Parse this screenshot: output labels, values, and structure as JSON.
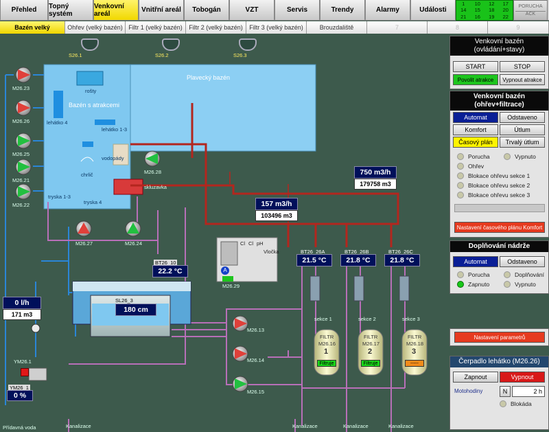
{
  "nav": {
    "items": [
      "Přehled",
      "Topný systém",
      "Venkovní areál",
      "Vnitřní areál",
      "Tobogán",
      "VZT",
      "Servis",
      "Trendy",
      "Alarmy",
      "Události"
    ],
    "active_index": 2,
    "alarm_numbers": [
      "1",
      "10",
      "12",
      "17",
      "14",
      "15",
      "18",
      "20",
      "21",
      "16",
      "19",
      "22"
    ],
    "porucha": "PORUCHA",
    "ack": "ACK"
  },
  "subnav": {
    "items": [
      "Bazén velký",
      "Ohřev (velký bazén)",
      "Filtr 1 (velký bazén)",
      "Filtr 2 (velký bazén)",
      "Filtr 3 (velký bazén)",
      "Brouzdaliště",
      "7",
      "8",
      "9"
    ],
    "active_index": 0
  },
  "scene": {
    "pool_big_label": "Plavecký bazén",
    "pool_attr_label": "Bazén s atrakcemi",
    "attractions": [
      "rošty",
      "lehátko 4",
      "lehátko 1-3",
      "vodopády",
      "chrlič",
      "tryska 1-3",
      "tryska 4",
      "skluzavka"
    ],
    "sensors_top": [
      "S26.1",
      "S26.2",
      "S26.3"
    ],
    "pumps_left": [
      "M26.23",
      "M26.26",
      "M26.25",
      "M26.21",
      "M26.22"
    ],
    "pumps_bottom": [
      "M26.27",
      "M26.24"
    ],
    "pump_right": "M26.28",
    "pumps_center": [
      "M26.13",
      "M26.14",
      "M26.15"
    ],
    "flow_main": {
      "rate": "750 m3/h",
      "total": "179758 m3"
    },
    "flow_mid": {
      "rate": "157 m3/h",
      "total": "103496 m3"
    },
    "flow_fill": {
      "rate": "0 l/h",
      "total": "171 m3"
    },
    "temp_tank": {
      "tag": "BT26_10",
      "value": "22.2 °C"
    },
    "tank_level": {
      "tag": "SL26_3",
      "value": "180 cm"
    },
    "chem_unit": {
      "tag": "M26.29",
      "labels": [
        "Cl",
        "Cl",
        "pH",
        "Vločka"
      ]
    },
    "sections": [
      {
        "tag": "BT26_26A",
        "temp": "21.5 °C",
        "label": "sekce 1",
        "filter": "FILTR",
        "pump": "M26.16",
        "num": "1",
        "status": "Filtruje",
        "status_color": "#19d419"
      },
      {
        "tag": "BT26_26B",
        "temp": "21.8 °C",
        "label": "sekce 2",
        "filter": "FILTR",
        "pump": "M26.17",
        "num": "2",
        "status": "Filtruje",
        "status_color": "#19d419"
      },
      {
        "tag": "BT26_26C",
        "temp": "21.8 °C",
        "label": "sekce 3",
        "filter": "FILTR",
        "pump": "M26.18",
        "num": "3",
        "status": "-----",
        "status_color": "#f28b1a"
      }
    ],
    "valve_ym": {
      "tag": "YM26.1",
      "pos_tag": "YM26_1",
      "value": "0 %"
    },
    "kanalizace": "Kanalizace",
    "pridavna": "Přídavná voda"
  },
  "panel_main": {
    "title": "Venkovní bazén (ovládání+stavy)",
    "start": "START",
    "stop": "STOP",
    "povolit": "Povolit atrakce",
    "vypnout": "Vypnout atrakce"
  },
  "panel_heat": {
    "title": "Venkovní bazén (ohřev+filtrace)",
    "modes": [
      "Automat",
      "Odstaveno",
      "Komfort",
      "Útlum",
      "Časový plán",
      "Trvalý útlum"
    ],
    "status": [
      "Porucha",
      "Vypnuto",
      "Ohřev",
      "Blokace ohřevu sekce 1",
      "Blokace ohřevu sekce 2",
      "Blokace ohřevu sekce 3"
    ],
    "plan_btn": "Nastavení časového plánu Komfort"
  },
  "panel_fill": {
    "title": "Doplňování nádrže",
    "modes": [
      "Automat",
      "Odstaveno"
    ],
    "status": [
      "Porucha",
      "Doplňování",
      "Zapnuto",
      "Vypnuto"
    ]
  },
  "panel_params": {
    "button": "Nastavení parametrů"
  },
  "panel_pump": {
    "title": "Čerpadlo lehátko (M26.26)",
    "on": "Zapnout",
    "off": "Vypnout",
    "hours_label": "Motohodiny",
    "n": "N",
    "hours": "2 h",
    "blokada": "Blokáda"
  },
  "colors": {
    "pipe_red": "#b3261e",
    "pipe_blue": "#2a86d8",
    "pipe_purple": "#b86fb8",
    "water": "#7fc8f0",
    "accent": "#fff400"
  }
}
